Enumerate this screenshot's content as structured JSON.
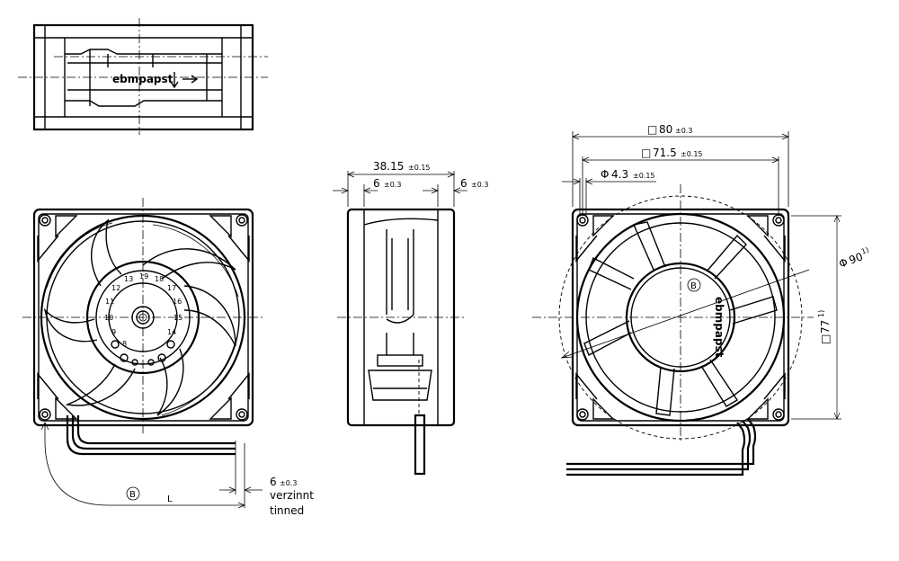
{
  "brand": "ebmpapst",
  "datum_label": "B",
  "length_label": "L",
  "left_view": {
    "wire_strip_length": "6",
    "wire_strip_tol": "±0.3",
    "wire_note_de": "verzinnt",
    "wire_note_en": "tinned"
  },
  "side_view": {
    "depth": "38.15",
    "depth_tol": "±0.15",
    "flange_left": "6",
    "flange_left_tol": "±0.3",
    "flange_right": "6",
    "flange_right_tol": "±0.3"
  },
  "right_view": {
    "outer_square": "80",
    "outer_square_tol": "±0.3",
    "hole_pitch": "71.5",
    "hole_pitch_tol": "±0.15",
    "hole_dia": "4.3",
    "hole_dia_tol": "±0.15",
    "venturi_dia": "90",
    "venturi_note": "1)",
    "inner_square": "77",
    "inner_note": "1)"
  },
  "symbols": {
    "square": "□",
    "diameter": "Φ"
  },
  "hub_numbers": [
    "19",
    "18",
    "17",
    "16",
    "15",
    "14",
    "13",
    "12",
    "11",
    "10",
    "9",
    "8"
  ]
}
